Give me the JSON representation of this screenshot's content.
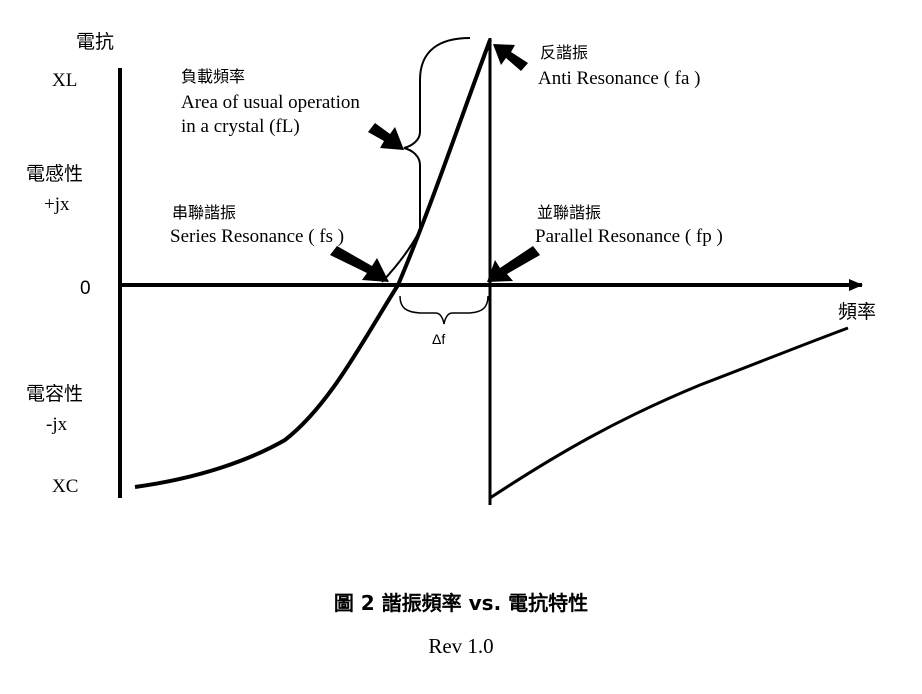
{
  "axes": {
    "y_title": "電抗",
    "x_title": "頻率",
    "y_top": "XL",
    "y_zero": "0",
    "y_bottom": "XC",
    "inductive_label": "電感性",
    "inductive_sub": "+jx",
    "capacitive_label": "電容性",
    "capacitive_sub": "-jx"
  },
  "annotations": {
    "load_freq_cn": "負載頻率",
    "load_freq_en_1": "Area of usual operation",
    "load_freq_en_2": "in a crystal (fL)",
    "series_cn": "串聯諧振",
    "series_en": "Series Resonance ( fs )",
    "parallel_cn": "並聯諧振",
    "parallel_en": "Parallel Resonance ( fp )",
    "anti_cn": "反諧振",
    "anti_en": "Anti Resonance ( fa )",
    "delta": "Δf"
  },
  "caption": {
    "title": "圖 2  諧振頻率 vs. 電抗特性",
    "rev": "Rev 1.0"
  },
  "colors": {
    "ink": "#000000",
    "background": "#ffffff"
  }
}
